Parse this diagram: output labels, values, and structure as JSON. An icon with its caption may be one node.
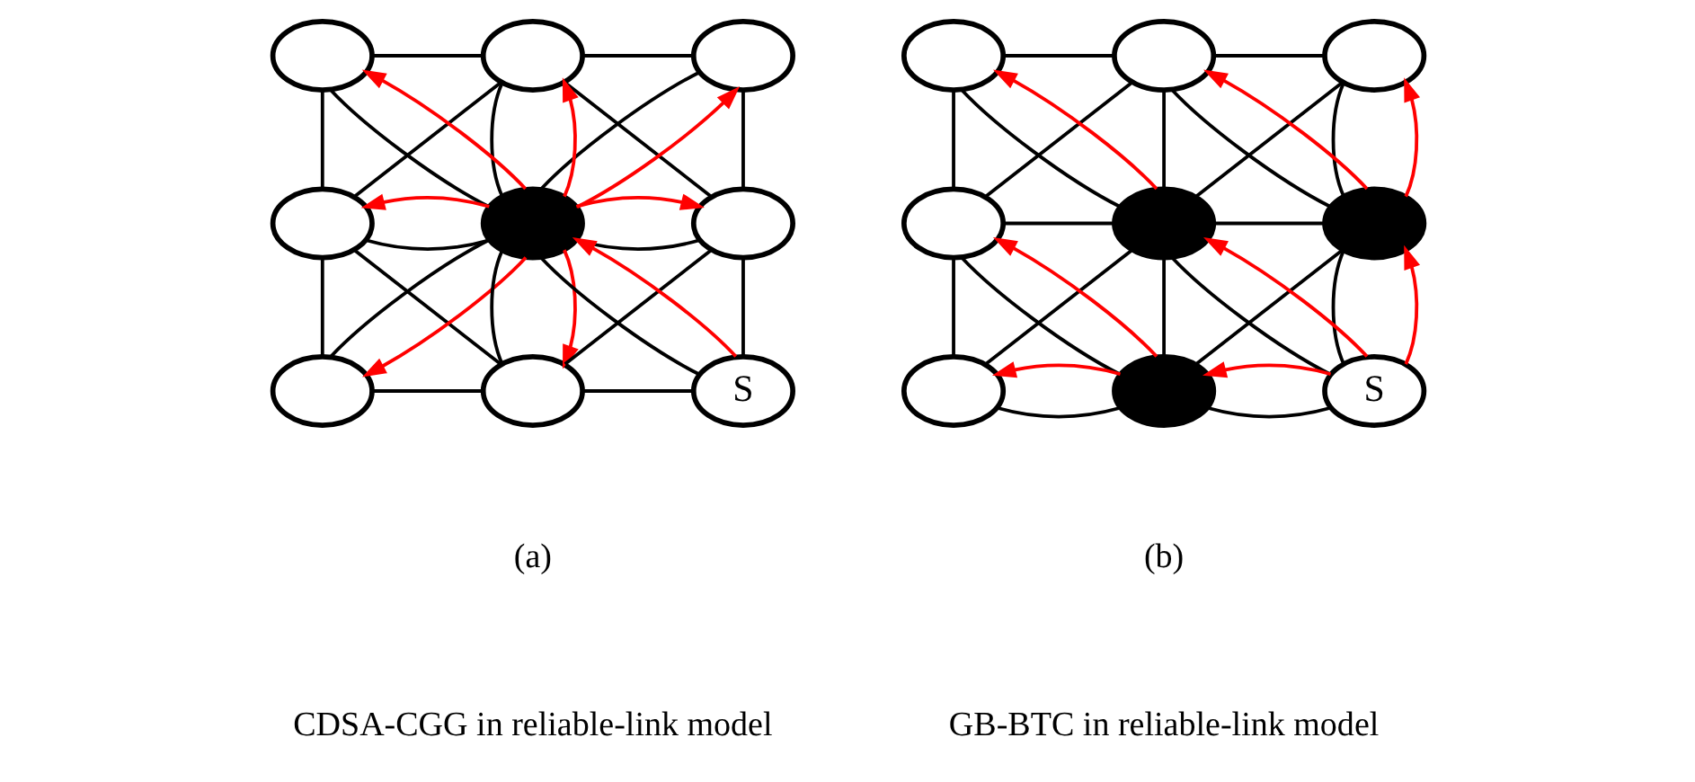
{
  "diagram": {
    "nodes": [
      {
        "text": [],
        "shape": "circle"
      },
      {
        "text": [],
        "shape": "circle"
      },
      {
        "text": [],
        "shape": "circle"
      },
      {
        "text": [],
        "shape": "circle"
      },
      {
        "text": [],
        "shape": "circle"
      },
      {
        "text": [],
        "shape": "circle"
      },
      {
        "text": [],
        "shape": "circle"
      },
      {
        "text": [],
        "shape": "circle"
      },
      {
        "text": [
          "S"
        ]
      },
      {
        "text": [],
        "shape": "circle"
      },
      {
        "text": [],
        "shape": "circle"
      },
      {
        "text": [],
        "shape": "circle"
      },
      {
        "text": [],
        "shape": "circle"
      },
      {
        "text": [],
        "shape": "circle"
      },
      {
        "text": [],
        "shape": "circle"
      },
      {
        "text": [],
        "shape": "circle"
      },
      {
        "text": [],
        "shape": "circle"
      },
      {
        "text": [
          "S"
        ]
      }
    ],
    "edges": [
      {
        "from": 0,
        "to": 1,
        "arrow": "none"
      },
      {
        "from": 1,
        "to": 2,
        "arrow": "none"
      },
      {
        "from": 3,
        "to": 4,
        "arrow": "none"
      },
      {
        "from": 4,
        "to": 5,
        "arrow": "none"
      },
      {
        "from": 6,
        "to": 7,
        "arrow": "none"
      },
      {
        "from": 7,
        "to": 8,
        "arrow": "none"
      },
      {
        "from": 0,
        "to": 3,
        "arrow": "none"
      },
      {
        "from": 3,
        "to": 6,
        "arrow": "none"
      },
      {
        "from": 1,
        "to": 4,
        "arrow": "none"
      },
      {
        "from": 4,
        "to": 7,
        "arrow": "none"
      },
      {
        "from": 2,
        "to": 5,
        "arrow": "none"
      },
      {
        "from": 5,
        "to": 8,
        "arrow": "none"
      },
      {
        "from": 0,
        "to": 4,
        "arrow": "none"
      },
      {
        "from": 1,
        "to": 3,
        "arrow": "none"
      },
      {
        "from": 1,
        "to": 5,
        "arrow": "none"
      },
      {
        "from": 2,
        "to": 4,
        "arrow": "none"
      },
      {
        "from": 3,
        "to": 7,
        "arrow": "none"
      },
      {
        "from": 4,
        "to": 6,
        "arrow": "none"
      },
      {
        "from": 4,
        "to": 8,
        "arrow": "none"
      },
      {
        "from": 5,
        "to": 7,
        "arrow": "none"
      },
      {
        "from": 4,
        "to": 0,
        "arrow": "to",
        "color": "#ff0000"
      },
      {
        "from": 4,
        "to": 1,
        "arrow": "to",
        "color": "#ff0000"
      },
      {
        "from": 4,
        "to": 2,
        "arrow": "to",
        "color": "#ff0000"
      },
      {
        "from": 4,
        "to": 3,
        "arrow": "to",
        "color": "#ff0000"
      },
      {
        "from": 4,
        "to": 5,
        "arrow": "to",
        "color": "#ff0000"
      },
      {
        "from": 4,
        "to": 6,
        "arrow": "to",
        "color": "#ff0000"
      },
      {
        "from": 4,
        "to": 7,
        "arrow": "to",
        "color": "#ff0000"
      },
      {
        "from": 8,
        "to": 4,
        "arrow": "to",
        "color": "#ff0000"
      },
      {
        "from": 9,
        "to": 10,
        "arrow": "none"
      },
      {
        "from": 10,
        "to": 11,
        "arrow": "none"
      },
      {
        "from": 12,
        "to": 13,
        "arrow": "none"
      },
      {
        "from": 13,
        "to": 14,
        "arrow": "none"
      },
      {
        "from": 15,
        "to": 16,
        "arrow": "none"
      },
      {
        "from": 16,
        "to": 17,
        "arrow": "none"
      },
      {
        "from": 9,
        "to": 12,
        "arrow": "none"
      },
      {
        "from": 12,
        "to": 15,
        "arrow": "none"
      },
      {
        "from": 10,
        "to": 13,
        "arrow": "none"
      },
      {
        "from": 13,
        "to": 16,
        "arrow": "none"
      },
      {
        "from": 11,
        "to": 14,
        "arrow": "none"
      },
      {
        "from": 14,
        "to": 17,
        "arrow": "none"
      },
      {
        "from": 9,
        "to": 13,
        "arrow": "none"
      },
      {
        "from": 10,
        "to": 12,
        "arrow": "none"
      },
      {
        "from": 10,
        "to": 14,
        "arrow": "none"
      },
      {
        "from": 11,
        "to": 13,
        "arrow": "none"
      },
      {
        "from": 12,
        "to": 16,
        "arrow": "none"
      },
      {
        "from": 13,
        "to": 15,
        "arrow": "none"
      },
      {
        "from": 13,
        "to": 17,
        "arrow": "none"
      },
      {
        "from": 14,
        "to": 16,
        "arrow": "none"
      },
      {
        "from": 17,
        "to": 14,
        "arrow": "to",
        "color": "#ff0000"
      },
      {
        "from": 14,
        "to": 11,
        "arrow": "to",
        "color": "#ff0000"
      },
      {
        "from": 14,
        "to": 10,
        "arrow": "to",
        "color": "#ff0000"
      },
      {
        "from": 13,
        "to": 9,
        "arrow": "to",
        "color": "#ff0000"
      },
      {
        "from": 17,
        "to": 13,
        "arrow": "to",
        "color": "#ff0000"
      },
      {
        "from": 16,
        "to": 12,
        "arrow": "to",
        "color": "#ff0000"
      },
      {
        "from": 17,
        "to": 16,
        "arrow": "to",
        "color": "#ff0000"
      },
      {
        "from": 16,
        "to": 15,
        "arrow": "to",
        "color": "#ff0000"
      }
    ],
    "labels": [
      "(a)",
      "CDSA-CGG in reliable-link model",
      "(b)",
      "GB-BTC in reliable-link model"
    ]
  }
}
